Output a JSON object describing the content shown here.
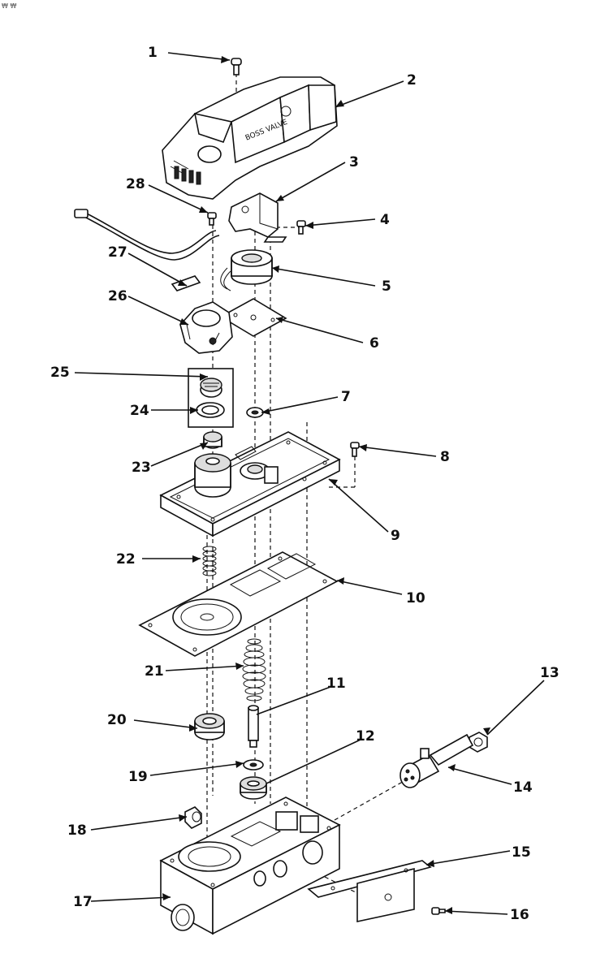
{
  "corner_mark": "₩ ₩",
  "brand_text": "BOSS VALVE",
  "callouts": [
    "1",
    "2",
    "3",
    "4",
    "5",
    "6",
    "7",
    "8",
    "9",
    "10",
    "11",
    "12",
    "13",
    "14",
    "15",
    "16",
    "17",
    "18",
    "19",
    "20",
    "21",
    "22",
    "23",
    "24",
    "25",
    "26",
    "27",
    "28"
  ]
}
